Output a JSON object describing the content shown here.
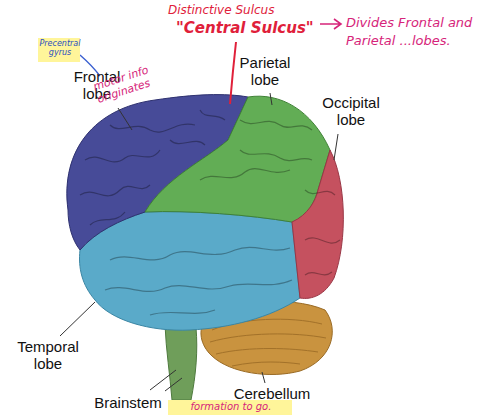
{
  "diagram": {
    "labels": [
      "Frontal lobe",
      "Parietal lobe",
      "Occipital lobe",
      "Temporal lobe",
      "Brainstem",
      "Cerebellum",
      "Distinctive Sulcus",
      "\"Central Sulcus\"",
      "Divides Frontal and Parietal ...lobes.",
      "Precentral gyrus",
      "motor info originates",
      "formation to go."
    ]
  }
}
